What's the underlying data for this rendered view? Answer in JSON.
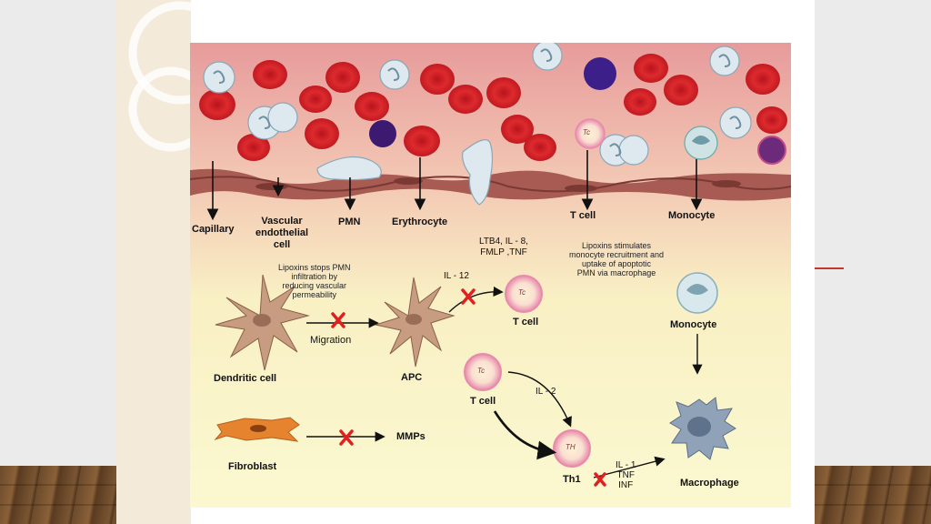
{
  "labels": {
    "capillary": "Capillary",
    "vascular_line1": "Vascular",
    "vascular_line2": "endothelial",
    "vascular_line3": "cell",
    "pmn": "PMN",
    "erythrocyte": "Erythrocyte",
    "t_cell_top": "T cell",
    "monocyte_top": "Monocyte",
    "mediators_line1": "LTB4, IL - 8,",
    "mediators_line2": "FMLP ,TNF",
    "lipoxins_pmn_line1": "Lipoxins stops PMN",
    "lipoxins_pmn_line2": "infiltration by",
    "lipoxins_pmn_line3": "reducing vascular",
    "lipoxins_pmn_line4": "permeability",
    "lipoxins_mono_line1": "Lipoxins stimulates",
    "lipoxins_mono_line2": "monocyte recruitment and",
    "lipoxins_mono_line3": "uptake of apoptotic",
    "lipoxins_mono_line4": "PMN via macrophage",
    "il12": "IL - 12",
    "t_cell_mid": "T cell",
    "migration": "Migration",
    "dendritic_cell": "Dendritic cell",
    "apc": "APC",
    "monocyte_mid": "Monocyte",
    "t_cell_low": "T cell",
    "il2": "IL - 2",
    "fibroblast": "Fibroblast",
    "mmps": "MMPs",
    "th1": "Th1",
    "il1": "IL - 1",
    "tnf": "TNF",
    "inf": "INF",
    "macrophage": "Macrophage",
    "tc_glyph": "Tc",
    "th_glyph": "TH"
  },
  "icons": [
    "block-x-icon",
    "arrow-icon"
  ],
  "colors": {
    "vessel": "#e8a0a0",
    "tissue": "#faf6c8",
    "erythrocyte": "#d8232a",
    "block_x": "#e02020",
    "t_cell": "#f2a7c0"
  }
}
